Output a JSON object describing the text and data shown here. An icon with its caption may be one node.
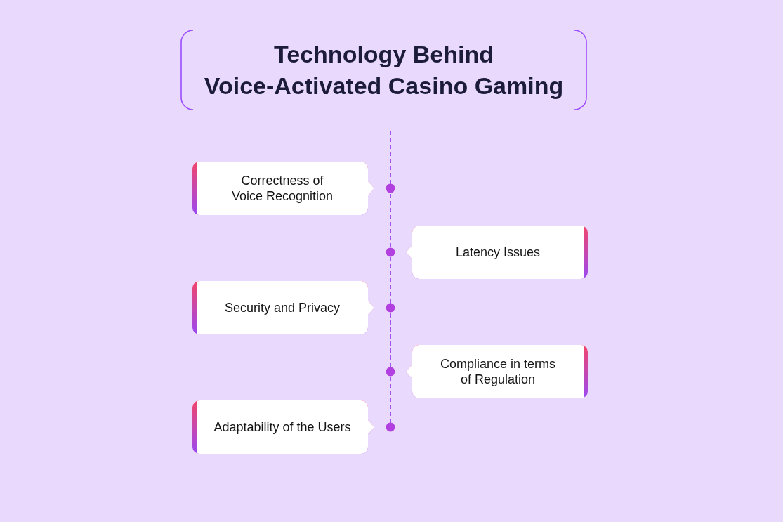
{
  "diagram": {
    "title": "Technology Behind Voice-Activated Casino Gaming",
    "nodes": [
      {
        "text": [
          "Correctness of Voice Recognition"
        ]
      },
      {
        "text": [
          "Latency Issues"
        ]
      },
      {
        "text": [
          "Security and Privacy"
        ]
      },
      {
        "text": [
          "Compliance in terms of Regulation"
        ]
      },
      {
        "text": [
          "Adaptability of the Users"
        ]
      }
    ]
  }
}
